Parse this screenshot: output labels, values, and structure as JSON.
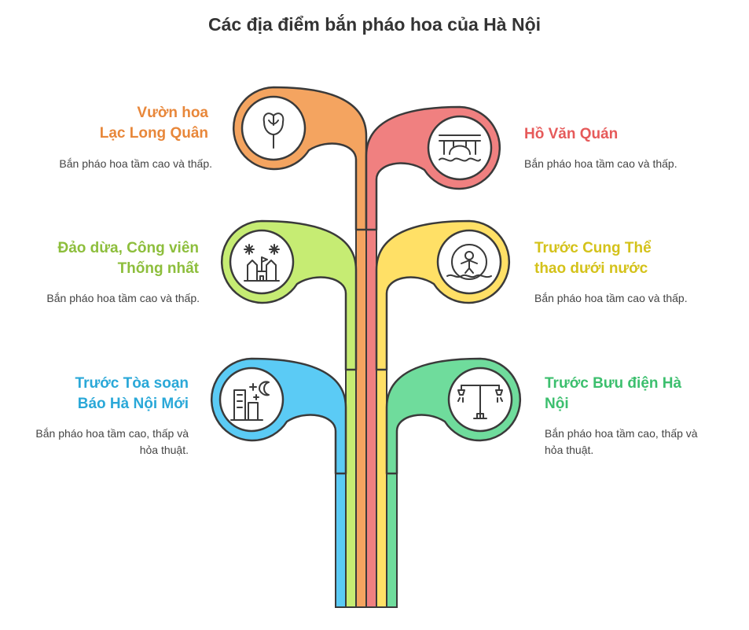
{
  "title": "Các địa điểm bắn pháo hoa của Hà Nội",
  "items": [
    {
      "label_lines": [
        "Vườn hoa",
        "Lạc Long Quân"
      ],
      "description": "Bắn pháo hoa tầm cao và thấp.",
      "icon": "rose-icon",
      "color": "#F4A460"
    },
    {
      "label_lines": [
        "Hồ Văn Quán"
      ],
      "description": "Bắn pháo hoa tầm cao và thấp.",
      "icon": "bridge-icon",
      "color": "#F08080"
    },
    {
      "label_lines": [
        "Đảo dừa, Công viên",
        "Thống nhất"
      ],
      "description": "Bắn pháo hoa tầm cao và thấp.",
      "icon": "castle-fireworks-icon",
      "color": "#C6EC73"
    },
    {
      "label_lines": [
        "Trước Cung Thể",
        "thao dưới nước"
      ],
      "description": "Bắn pháo hoa tầm cao và thấp.",
      "icon": "swimmer-icon",
      "color": "#FFE066"
    },
    {
      "label_lines": [
        "Trước Tòa soạn",
        "Báo Hà Nội Mới"
      ],
      "description": "Bắn pháo hoa tầm cao, thấp và hỏa thuật.",
      "icon": "city-night-icon",
      "color": "#5BCBF5"
    },
    {
      "label_lines": [
        "Trước Bưu điện Hà",
        "Nội"
      ],
      "description": "Bắn pháo hoa tầm cao, thấp và hỏa thuật.",
      "icon": "street-lamp-icon",
      "color": "#6FDC9C"
    }
  ]
}
